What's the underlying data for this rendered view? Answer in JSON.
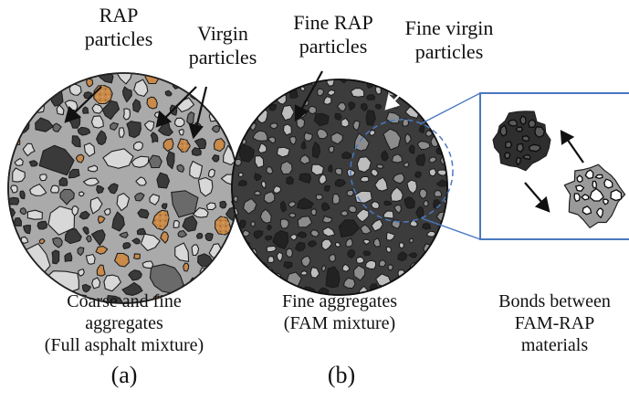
{
  "labels": {
    "rap_particles": "RAP\nparticles",
    "virgin_particles": "Virgin\nparticles",
    "fine_rap_particles": "Fine RAP\nparticles",
    "fine_virgin_particles": "Fine virgin\nparticles",
    "caption_a": "Coarse and fine\naggregates\n(Full asphalt mixture)",
    "caption_b": "Fine aggregates\n(FAM mixture)",
    "caption_c": "Bonds between\nFAM-RAP\nmaterials",
    "panel_a": "(a)",
    "panel_b": "(b)"
  },
  "colors": {
    "binder_light": "#aaaaaa",
    "binder_dark": "#3c3c3c",
    "rap_particle": "#3a3a3a",
    "virgin_particle": "#d8d8d8",
    "aggregate_orange": "#c98a4a",
    "zoom_box": "#4a78c0"
  }
}
